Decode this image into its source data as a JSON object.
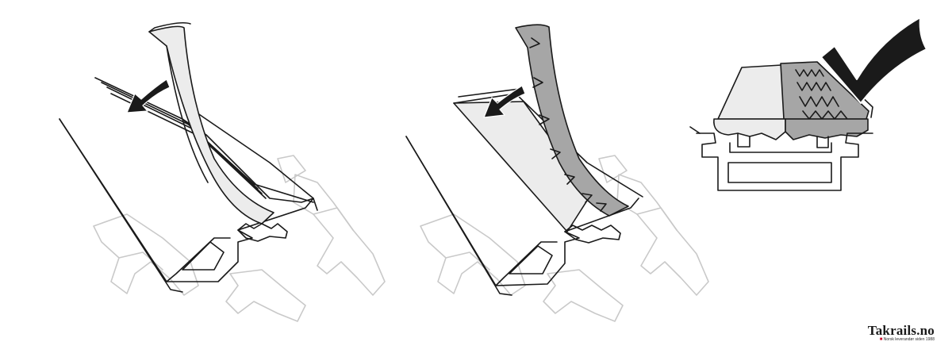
{
  "brand": {
    "name": "Takrails.no",
    "tagline": "Norsk leverandør siden 1988"
  },
  "colors": {
    "ink": "#1a1a1a",
    "strip_light": "#ececec",
    "strip_grey": "#a6a6a6",
    "hand": "#c9c9c9",
    "background": "#ffffff"
  },
  "steps": [
    {
      "id": "step-1",
      "icon": "arrow-curved-down-icon"
    },
    {
      "id": "step-2",
      "icon": "arrow-curved-down-icon"
    },
    {
      "id": "step-3",
      "icon": "checkmark-icon"
    }
  ]
}
